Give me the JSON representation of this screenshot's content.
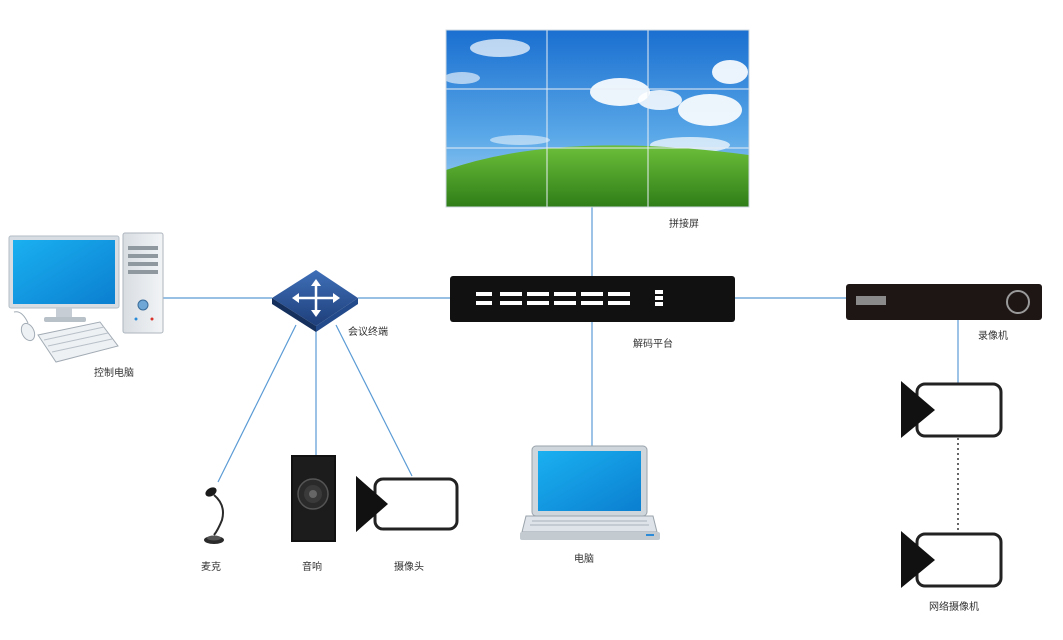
{
  "colors": {
    "background": "#ffffff",
    "link_line": "#5b9bd5",
    "device_dark": "#111111",
    "label_text": "#333333",
    "screen_blue": "#1e9fe0",
    "grass_green": "#4a9a2a"
  },
  "nodes": {
    "video_wall": {
      "label": "拼接屏",
      "icon": "video-wall-icon"
    },
    "control_pc": {
      "label": "控制电脑",
      "icon": "desktop-computer-icon"
    },
    "conference_terminal": {
      "label": "会议终端",
      "icon": "network-switch-icon"
    },
    "decoder": {
      "label": "解码平台",
      "icon": "decoder-icon"
    },
    "recorder": {
      "label": "录像机",
      "icon": "recorder-icon"
    },
    "microphone": {
      "label": "麦克",
      "icon": "microphone-icon"
    },
    "speaker": {
      "label": "音响",
      "icon": "speaker-icon"
    },
    "camera": {
      "label": "摄像头",
      "icon": "camera-icon"
    },
    "laptop": {
      "label": "电脑",
      "icon": "laptop-icon"
    },
    "network_camera": {
      "label": "网络摄像机",
      "icon": "camera-icon"
    }
  },
  "links": [
    {
      "from": "control_pc",
      "to": "conference_terminal",
      "style": "solid"
    },
    {
      "from": "conference_terminal",
      "to": "decoder",
      "style": "solid"
    },
    {
      "from": "decoder",
      "to": "recorder",
      "style": "solid"
    },
    {
      "from": "video_wall",
      "to": "decoder",
      "style": "solid"
    },
    {
      "from": "decoder",
      "to": "laptop",
      "style": "solid"
    },
    {
      "from": "conference_terminal",
      "to": "microphone",
      "style": "solid"
    },
    {
      "from": "conference_terminal",
      "to": "speaker",
      "style": "solid"
    },
    {
      "from": "conference_terminal",
      "to": "camera",
      "style": "solid"
    },
    {
      "from": "recorder",
      "to": "network_camera_1",
      "style": "solid"
    },
    {
      "from": "network_camera_1",
      "to": "network_camera_2",
      "style": "dotted"
    }
  ]
}
